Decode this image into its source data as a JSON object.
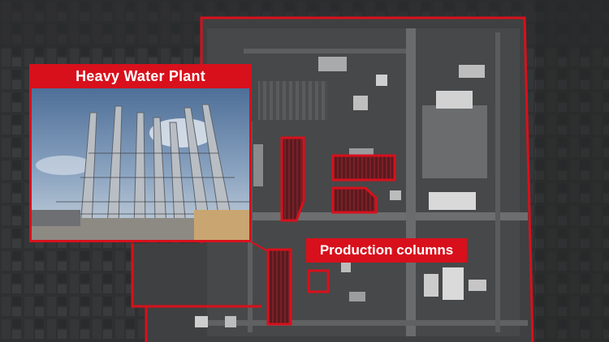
{
  "inset": {
    "title": "Heavy Water Plant"
  },
  "callout": {
    "label": "Production columns"
  },
  "colors": {
    "highlight": "#d8101c",
    "label_text": "#ffffff",
    "satellite_ground": "#3a3b3c"
  },
  "icons": {
    "inset_photo": "distillation-columns-photo"
  }
}
